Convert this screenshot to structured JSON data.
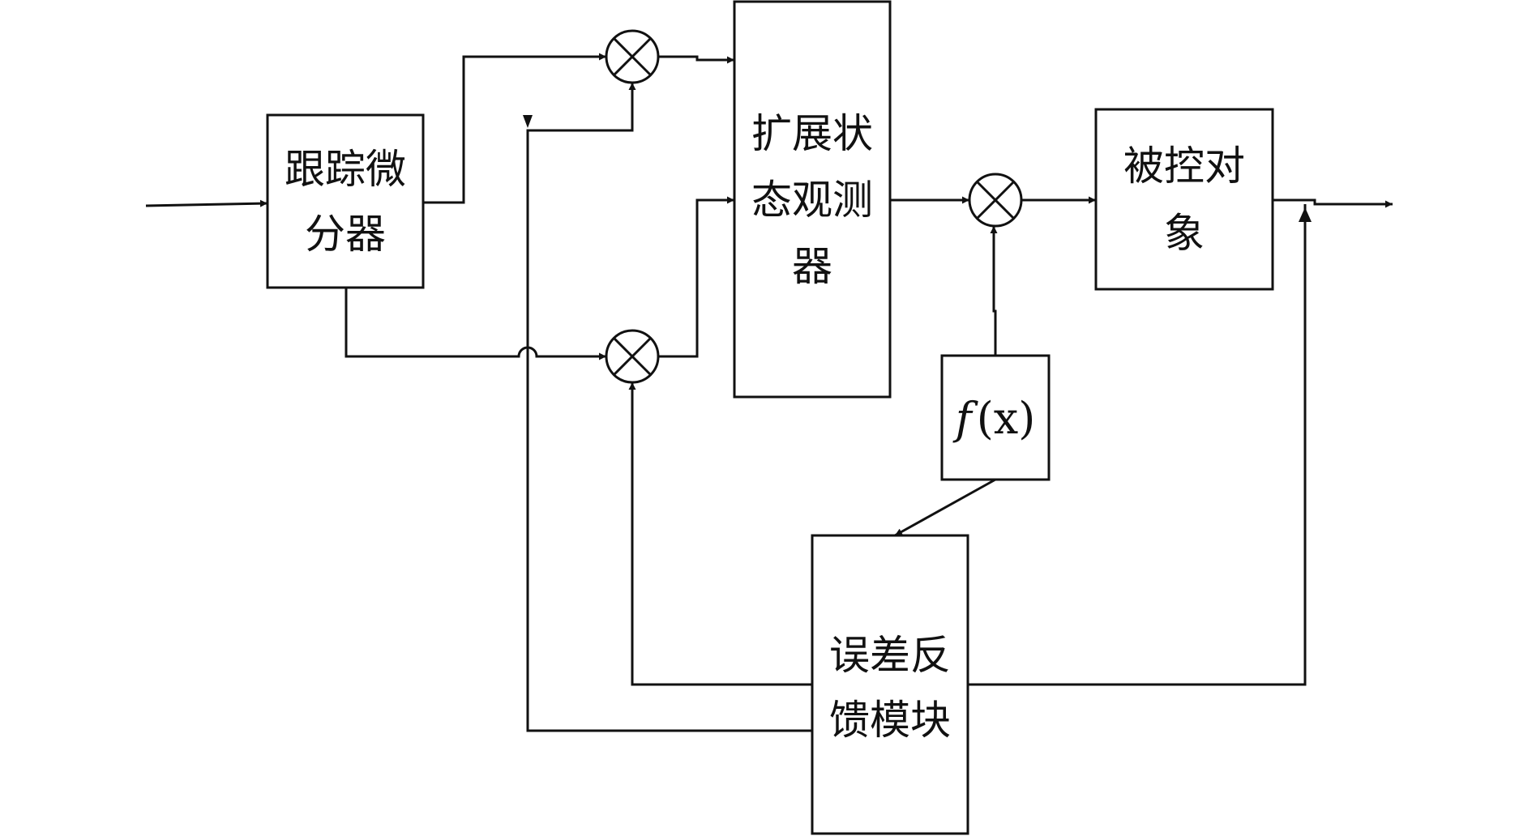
{
  "blocks": {
    "td": {
      "lines": [
        "跟踪微",
        "分器"
      ]
    },
    "eso": {
      "lines": [
        "扩展状",
        "态观测",
        "器"
      ]
    },
    "plant": {
      "lines": [
        "被控对",
        "象"
      ]
    },
    "efb": {
      "lines": [
        "误差反",
        "馈模块"
      ]
    },
    "fx": {
      "f": "f",
      "args": "(x)"
    }
  },
  "colors": {
    "line": "#111111",
    "background": "#ffffff"
  }
}
